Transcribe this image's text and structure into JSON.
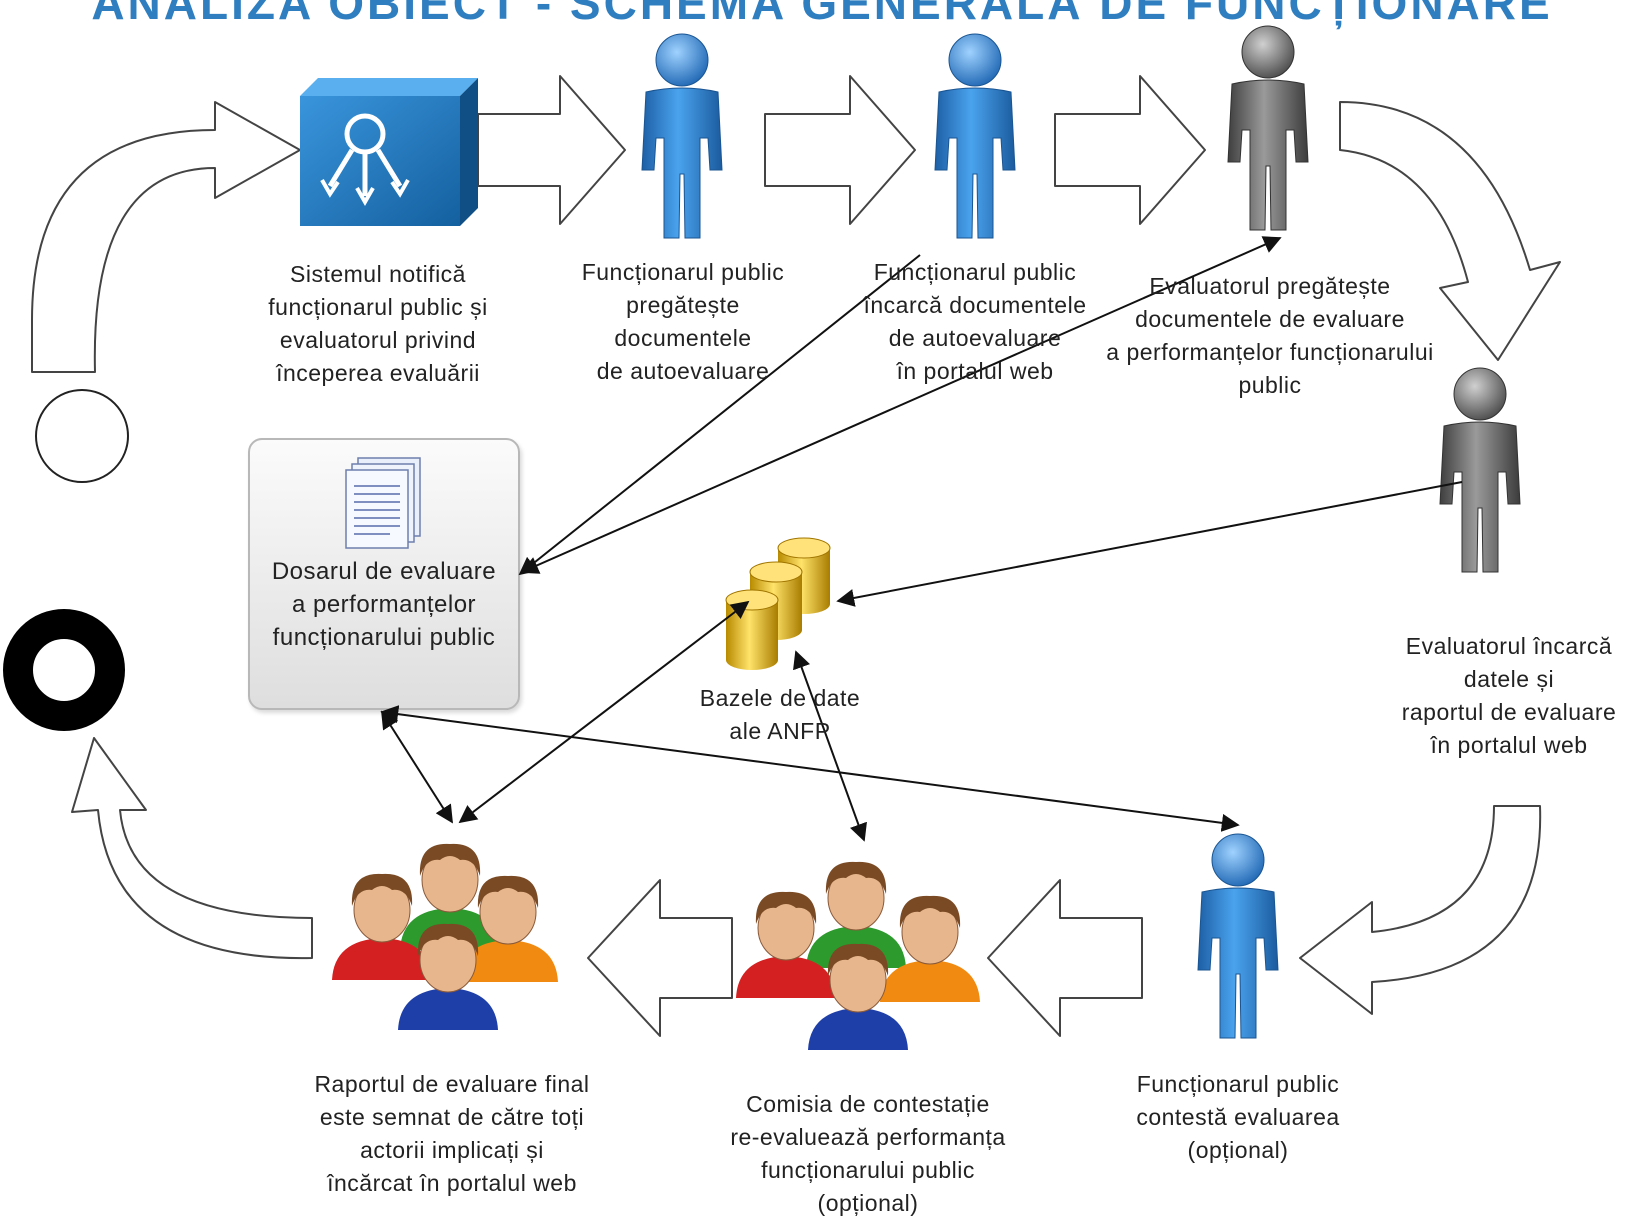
{
  "page": {
    "title": "ANALIZA OBIECT - SCHEMA GENERALĂ DE FUNCȚIONARE"
  },
  "colors": {
    "title": "#2f7fc0",
    "person_blue": "#2f86d6",
    "person_gray": "#6f6f6f",
    "system_cube": "#1f73b8",
    "database": "#e6b91a"
  },
  "steps": {
    "start": {
      "icon": "start-circle-icon"
    },
    "system_notify": {
      "icon": "system-cube-icon",
      "label": "Sistemul notifică\nfuncționarul public și\nevaluatorul privind\nînceperea evaluării"
    },
    "official_prepares": {
      "icon": "person-blue-icon",
      "label": "Funcționarul public\npregătește\ndocumentele\nde autoevaluare"
    },
    "official_uploads": {
      "icon": "person-blue-icon",
      "label": "Funcționarul public\nîncarcă documentele\nde autoevaluare\nîn portalul web"
    },
    "evaluator_prepares": {
      "icon": "person-gray-icon",
      "label": "Evaluatorul pregătește\ndocumentele de evaluare\na performanțelor funcționarului\npublic"
    },
    "evaluator_uploads": {
      "icon": "person-gray-icon",
      "label": "Evaluatorul încarcă\ndatele și\nraportul de evaluare\nîn portalul web"
    },
    "official_contests": {
      "icon": "person-blue-icon",
      "label": "Funcționarul public\ncontestă evaluarea\n(opțional)"
    },
    "committee": {
      "icon": "group-icon",
      "label": "Comisia de contestație\nre-evaluează performanța\nfuncționarului public\n(opțional)"
    },
    "final_report": {
      "icon": "group-icon",
      "label": "Raportul de evaluare final\neste semnat de către toți\nactorii implicați și\nîncărcat în portalul web"
    },
    "end": {
      "icon": "end-circle-icon"
    }
  },
  "stores": {
    "dossier": {
      "icon": "document-icon",
      "label": "Dosarul de evaluare\na performanțelor\nfuncționarului public"
    },
    "databases": {
      "icon": "database-icon",
      "label": "Bazele de date\nale ANFP"
    }
  }
}
